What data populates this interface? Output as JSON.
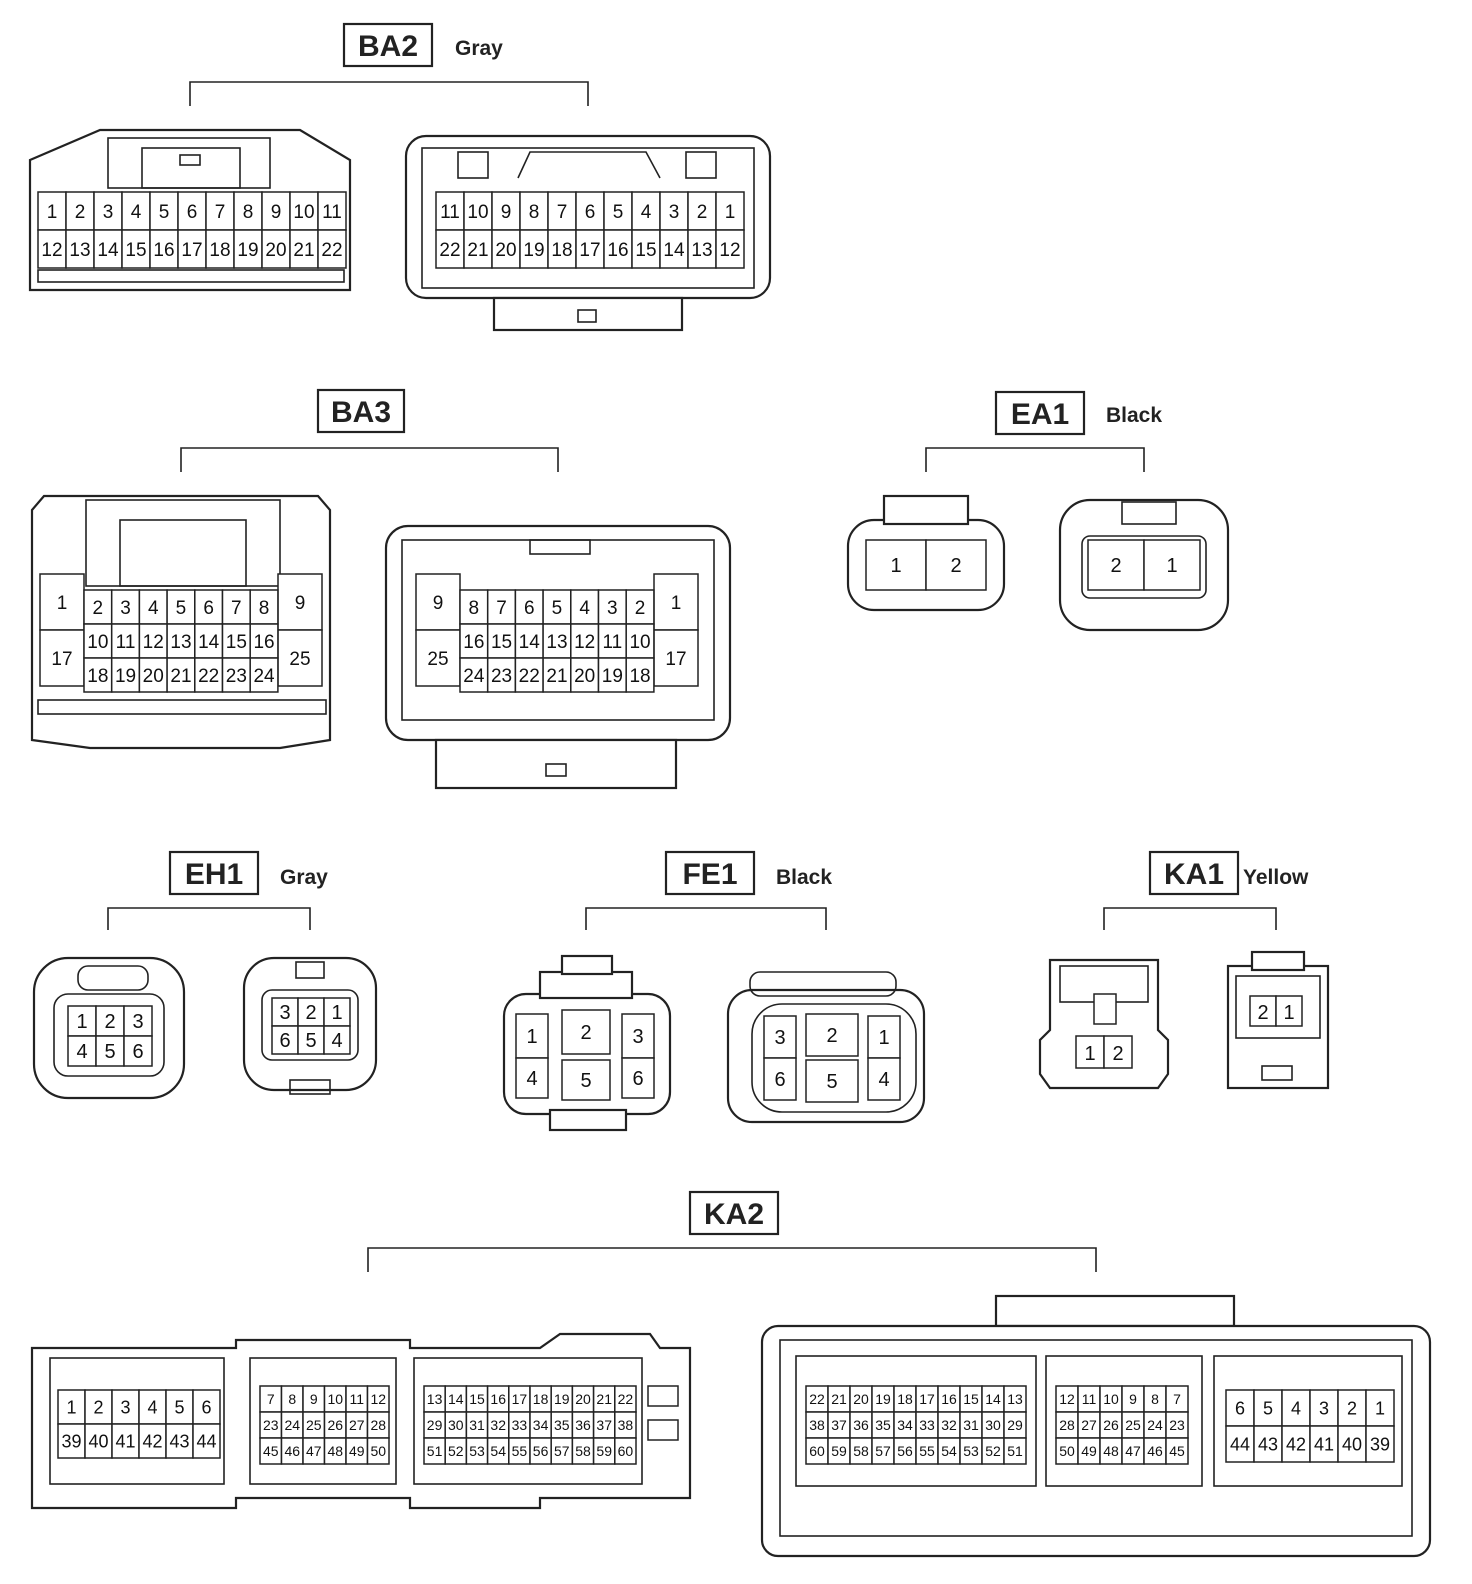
{
  "connectors": {
    "BA2": {
      "code": "BA2",
      "color": "Gray"
    },
    "BA3": {
      "code": "BA3",
      "color": ""
    },
    "EA1": {
      "code": "EA1",
      "color": "Black"
    },
    "EH1": {
      "code": "EH1",
      "color": "Gray"
    },
    "FE1": {
      "code": "FE1",
      "color": "Black"
    },
    "KA1": {
      "code": "KA1",
      "color": "Yellow"
    },
    "KA2": {
      "code": "KA2",
      "color": ""
    }
  },
  "pins": {
    "ba2_left": [
      [
        "1",
        "2",
        "3",
        "4",
        "5",
        "6",
        "7",
        "8",
        "9",
        "10",
        "11"
      ],
      [
        "12",
        "13",
        "14",
        "15",
        "16",
        "17",
        "18",
        "19",
        "20",
        "21",
        "22"
      ]
    ],
    "ba2_right": [
      [
        "11",
        "10",
        "9",
        "8",
        "7",
        "6",
        "5",
        "4",
        "3",
        "2",
        "1"
      ],
      [
        "22",
        "21",
        "20",
        "19",
        "18",
        "17",
        "16",
        "15",
        "14",
        "13",
        "12"
      ]
    ],
    "ba3_left": {
      "side_left": [
        "1",
        "17"
      ],
      "side_right": [
        "9",
        "25"
      ],
      "grid": [
        [
          "2",
          "3",
          "4",
          "5",
          "6",
          "7",
          "8"
        ],
        [
          "10",
          "11",
          "12",
          "13",
          "14",
          "15",
          "16"
        ],
        [
          "18",
          "19",
          "20",
          "21",
          "22",
          "23",
          "24"
        ]
      ]
    },
    "ba3_right": {
      "side_left": [
        "9",
        "25"
      ],
      "side_right": [
        "1",
        "17"
      ],
      "grid": [
        [
          "8",
          "7",
          "6",
          "5",
          "4",
          "3",
          "2"
        ],
        [
          "16",
          "15",
          "14",
          "13",
          "12",
          "11",
          "10"
        ],
        [
          "24",
          "23",
          "22",
          "21",
          "20",
          "19",
          "18"
        ]
      ]
    },
    "ea1_left": [
      "1",
      "2"
    ],
    "ea1_right": [
      "2",
      "1"
    ],
    "eh1_left": [
      [
        "1",
        "2",
        "3"
      ],
      [
        "4",
        "5",
        "6"
      ]
    ],
    "eh1_right": [
      [
        "3",
        "2",
        "1"
      ],
      [
        "6",
        "5",
        "4"
      ]
    ],
    "fe1_left": [
      "1",
      "2",
      "3",
      "4",
      "5",
      "6"
    ],
    "fe1_right": [
      "3",
      "2",
      "1",
      "6",
      "5",
      "4"
    ],
    "ka1_left": [
      "1",
      "2"
    ],
    "ka1_right": [
      "2",
      "1"
    ],
    "ka2_left_a": [
      [
        "1",
        "2",
        "3",
        "4",
        "5",
        "6"
      ],
      [
        "39",
        "40",
        "41",
        "42",
        "43",
        "44"
      ]
    ],
    "ka2_left_b": [
      [
        "7",
        "8",
        "9",
        "10",
        "11",
        "12"
      ],
      [
        "23",
        "24",
        "25",
        "26",
        "27",
        "28"
      ],
      [
        "45",
        "46",
        "47",
        "48",
        "49",
        "50"
      ]
    ],
    "ka2_left_c": [
      [
        "13",
        "14",
        "15",
        "16",
        "17",
        "18",
        "19",
        "20",
        "21",
        "22"
      ],
      [
        "29",
        "30",
        "31",
        "32",
        "33",
        "34",
        "35",
        "36",
        "37",
        "38"
      ],
      [
        "51",
        "52",
        "53",
        "54",
        "55",
        "56",
        "57",
        "58",
        "59",
        "60"
      ]
    ],
    "ka2_right_a": [
      [
        "22",
        "21",
        "20",
        "19",
        "18",
        "17",
        "16",
        "15",
        "14",
        "13"
      ],
      [
        "38",
        "37",
        "36",
        "35",
        "34",
        "33",
        "32",
        "31",
        "30",
        "29"
      ],
      [
        "60",
        "59",
        "58",
        "57",
        "56",
        "55",
        "54",
        "53",
        "52",
        "51"
      ]
    ],
    "ka2_right_b": [
      [
        "12",
        "11",
        "10",
        "9",
        "8",
        "7"
      ],
      [
        "28",
        "27",
        "26",
        "25",
        "24",
        "23"
      ],
      [
        "50",
        "49",
        "48",
        "47",
        "46",
        "45"
      ]
    ],
    "ka2_right_c": [
      [
        "6",
        "5",
        "4",
        "3",
        "2",
        "1"
      ],
      [
        "44",
        "43",
        "42",
        "41",
        "40",
        "39"
      ]
    ]
  }
}
